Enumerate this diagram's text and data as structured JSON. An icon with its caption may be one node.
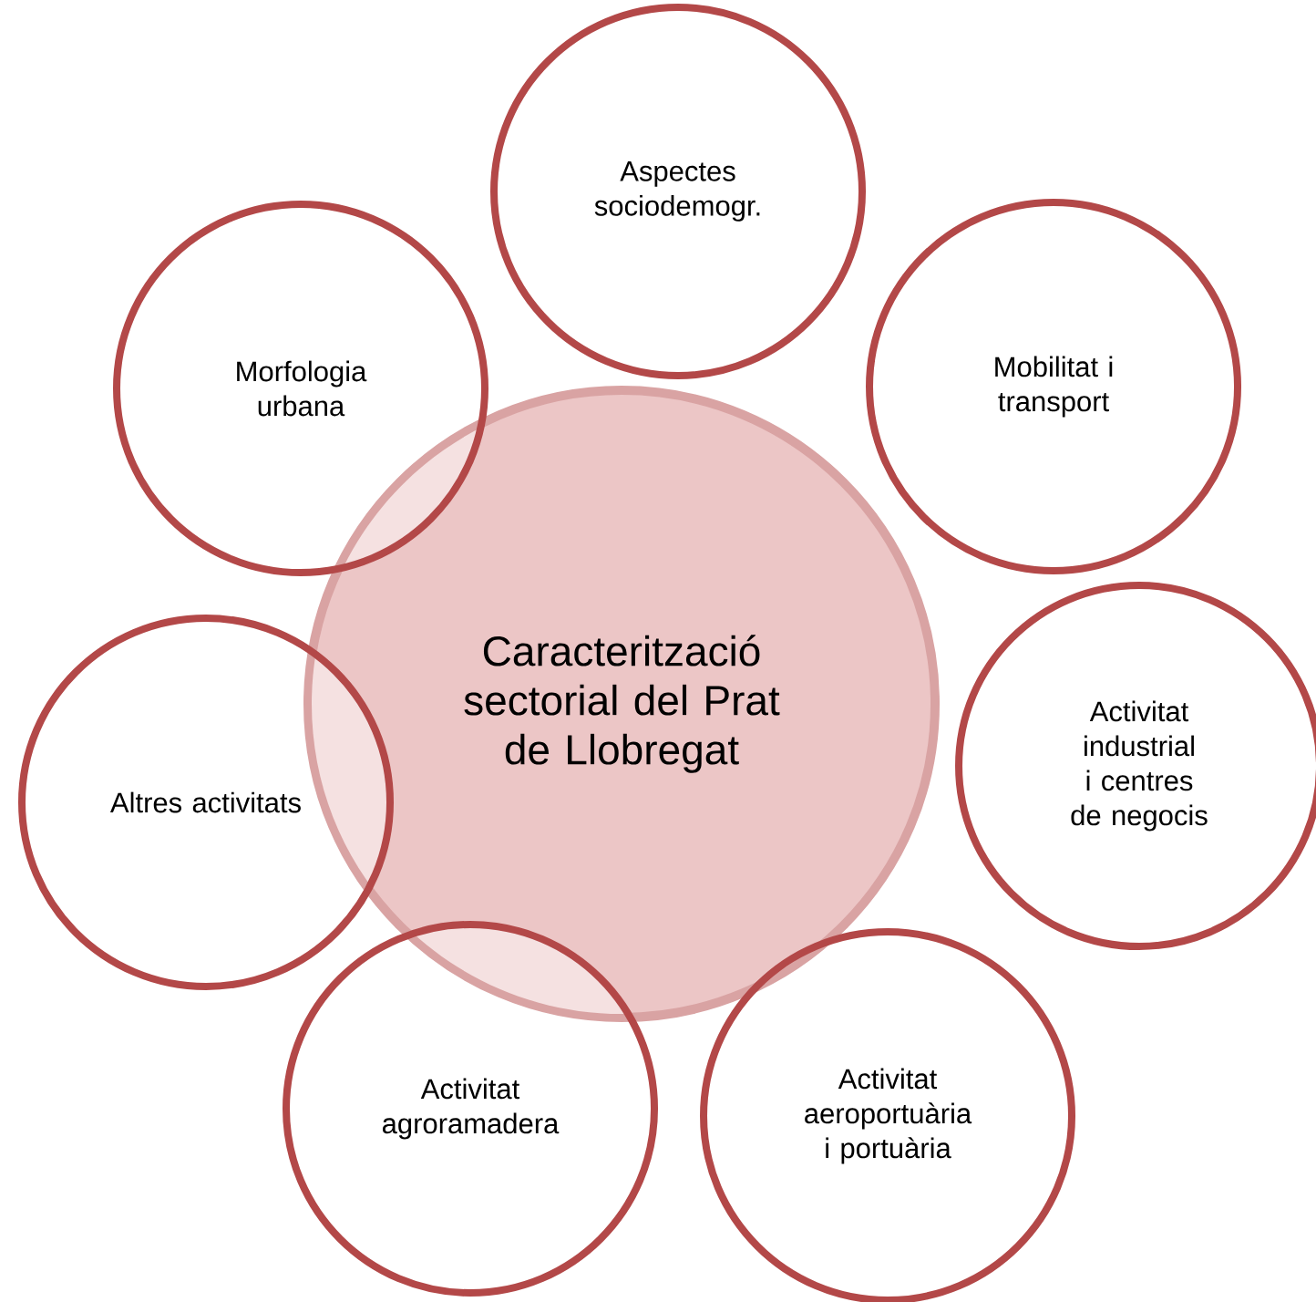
{
  "diagram": {
    "nodes": [
      {
        "text": [
          "Caracterització sectorial del Prat de Llobregat"
        ]
      },
      {
        "text": [
          "Aspectes sociodemogr."
        ]
      },
      {
        "text": [
          "Mobilitat i transport"
        ]
      },
      {
        "text": [
          "Activitat industrial i centres de negocis"
        ]
      },
      {
        "text": [
          "Activitat aeroportuària i portuària"
        ]
      },
      {
        "text": [
          "Activitat agroramadera"
        ]
      },
      {
        "text": [
          "Altres activitats"
        ]
      },
      {
        "text": [
          "Morfologia urbana"
        ]
      }
    ]
  }
}
